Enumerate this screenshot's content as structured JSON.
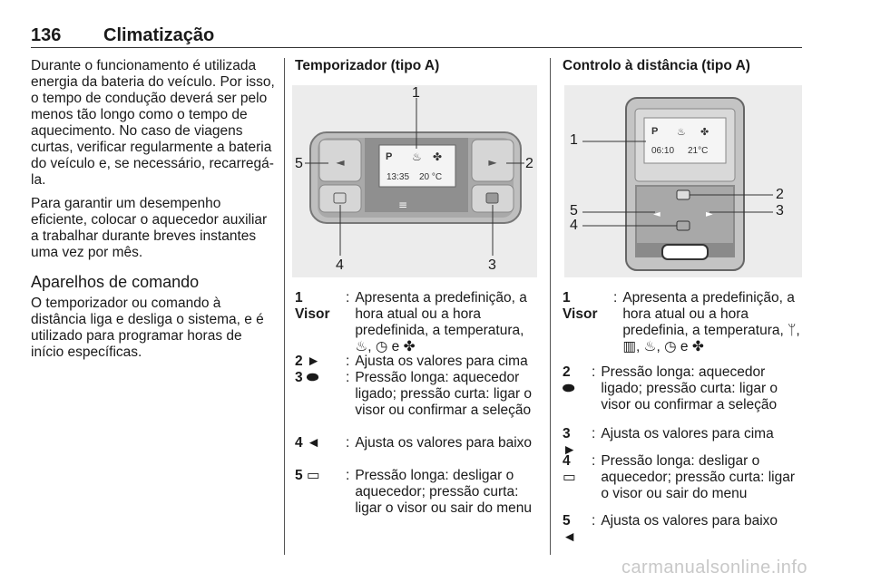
{
  "header": {
    "page_number": "136",
    "title": "Climatização"
  },
  "col1": {
    "para1": "Durante o funcionamento é utilizada energia da bateria do veículo. Por isso, o tempo de condução deverá ser pelo menos tão longo como o tempo de aquecimento. No caso de viagens curtas, verificar regularmente a bateria do veículo e, se necessário, recarregá-la.",
    "para2": "Para garantir um desempenho eficiente, colocar o aquecedor auxiliar a trabalhar durante breves instantes uma vez por mês.",
    "section_title": "Aparelhos de comando",
    "para3": "O temporizador ou comando à distância liga e desliga o sistema, e é utilizado para programar horas de início específicas."
  },
  "col2": {
    "subtitle": "Temporizador (tipo A)",
    "figure": {
      "callouts": [
        "1",
        "2",
        "3",
        "4",
        "5"
      ],
      "display_time": "13:35",
      "display_temp": "20 °C",
      "display_p": "P"
    },
    "items": [
      {
        "key": "1 Visor",
        "sep": ":",
        "text": "Apresenta a predefinição, a hora atual ou a hora predefinida, a temperatura, ♨, ◷ e ✤"
      },
      {
        "key": "2 ►",
        "sep": ":",
        "text": "Ajusta os valores para cima"
      },
      {
        "key": "3 ⬬",
        "sep": ":",
        "text": "Pressão longa: aquecedor ligado; pressão curta: ligar o visor ou confirmar a seleção"
      },
      {
        "key": "4 ◄",
        "sep": ":",
        "text": "Ajusta os valores para baixo"
      },
      {
        "key": "5 ▭",
        "sep": ":",
        "text": "Pressão longa: desligar o aquecedor; pressão curta: ligar o visor ou sair do menu"
      }
    ]
  },
  "col3": {
    "subtitle": "Controlo à distância (tipo A)",
    "figure": {
      "callouts": [
        "1",
        "2",
        "3",
        "4",
        "5"
      ],
      "display_time": "06:10",
      "display_temp": "21°C",
      "display_p": "P"
    },
    "items": [
      {
        "key": "1 Visor",
        "sep": ":",
        "text": "Apresenta a predefinição, a hora atual ou a hora predefinia, a temperatura, ᛘ, ▥, ♨, ◷ e ✤"
      },
      {
        "key": "2 ⬬",
        "sep": ":",
        "text": "Pressão longa: aquecedor ligado; pressão curta: ligar o visor ou confirmar a seleção"
      },
      {
        "key": "3 ►",
        "sep": ":",
        "text": "Ajusta os valores para cima"
      },
      {
        "key": "4 ▭",
        "sep": ":",
        "text": "Pressão longa: desligar o aquecedor; pressão curta: ligar o visor ou sair do menu"
      },
      {
        "key": "5 ◄",
        "sep": ":",
        "text": "Ajusta os valores para baixo"
      }
    ]
  },
  "footer": {
    "watermark": "carmanualsonline.info"
  }
}
